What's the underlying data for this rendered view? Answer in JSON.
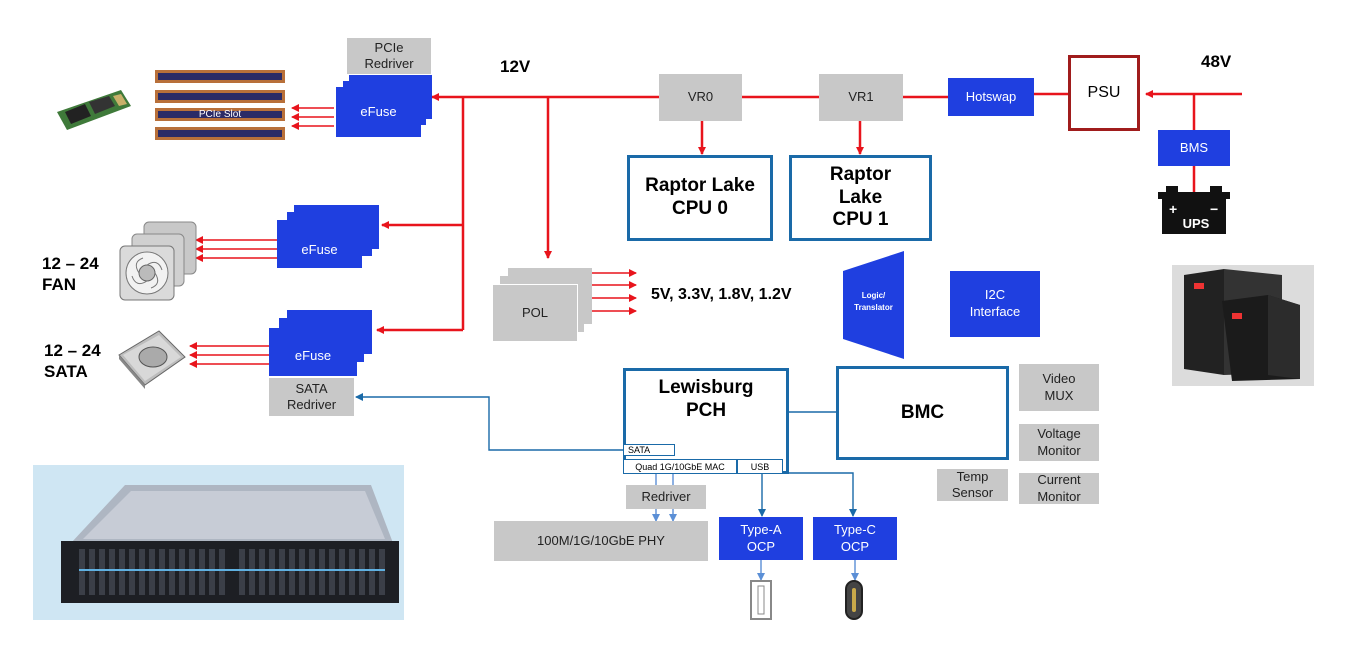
{
  "voltages": {
    "v12": "12V",
    "v48": "48V",
    "rails": "5V, 3.3V, 1.8V, 1.2V"
  },
  "pcie": {
    "redriver": "PCIe\nRedriver",
    "efuse": "eFuse",
    "slot_label": "PCIe Slot"
  },
  "fan": {
    "efuse": "eFuse",
    "label": "12 – 24\nFAN"
  },
  "sata": {
    "efuse": "eFuse",
    "label": "12 – 24\nSATA",
    "redriver": "SATA\nRedriver"
  },
  "power": {
    "vr0": "VR0",
    "vr1": "VR1",
    "hotswap": "Hotswap",
    "psu": "PSU",
    "bms": "BMS",
    "ups": "UPS",
    "pol": "POL"
  },
  "cpu": {
    "cpu0": "Raptor Lake\nCPU 0",
    "cpu1": "Raptor\nLake\nCPU 1"
  },
  "logic": {
    "translator": "Logic/\nTranslator",
    "i2c": "I2C\nInterface"
  },
  "pch": {
    "title": "Lewisburg\nPCH",
    "sata": "SATA",
    "mac": "Quad 1G/10GbE MAC",
    "usb": "USB"
  },
  "bmc": {
    "title": "BMC",
    "video_mux": "Video\nMUX",
    "voltage_monitor": "Voltage\nMonitor",
    "current_monitor": "Current\nMonitor",
    "temp_sensor": "Temp\nSensor"
  },
  "network": {
    "redriver": "Redriver",
    "phy": "100M/1G/10GbE PHY"
  },
  "usb": {
    "type_a": "Type-A\nOCP",
    "type_c": "Type-C\nOCP"
  },
  "colors": {
    "power_line": "#e8141c",
    "signal_line": "#1a6aa8",
    "blue_box": "#1f3fe0",
    "gray_box": "#c8c8c8",
    "cpu_border": "#1a6aa8",
    "psu_border": "#a01c1c"
  }
}
